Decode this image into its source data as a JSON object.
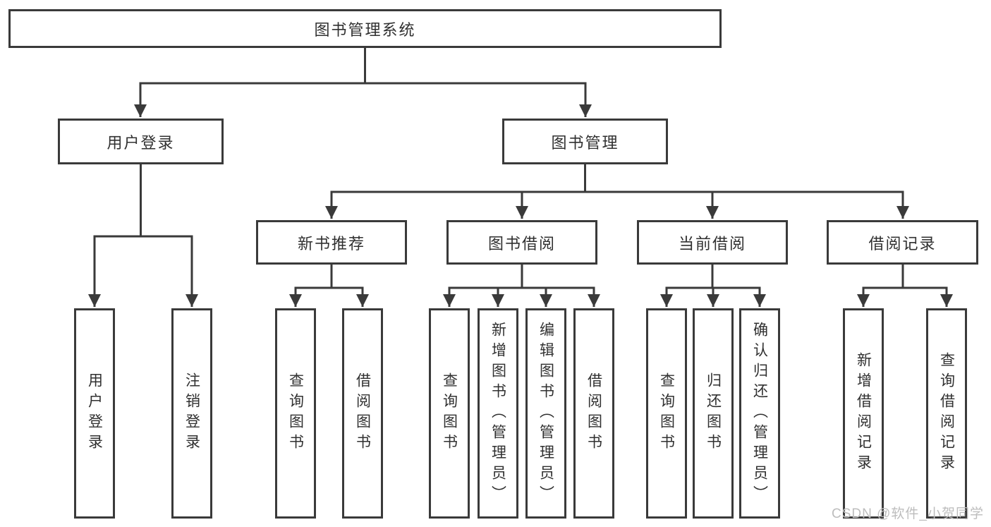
{
  "tree": {
    "root": "图书管理系统",
    "login": {
      "label": "用户登录",
      "leaves": [
        "用户登录",
        "注销登录"
      ]
    },
    "mgmt": {
      "label": "图书管理",
      "groups": [
        {
          "label": "新书推荐",
          "leaves": [
            "查询图书",
            "借阅图书"
          ]
        },
        {
          "label": "图书借阅",
          "leaves": [
            "查询图书",
            "新增图书（管理员）",
            "编辑图书（管理员）",
            "借阅图书"
          ]
        },
        {
          "label": "当前借阅",
          "leaves": [
            "查询图书",
            "归还图书",
            "确认归还（管理员）"
          ]
        },
        {
          "label": "借阅记录",
          "leaves": [
            "新增借阅记录",
            "查询借阅记录"
          ]
        }
      ]
    }
  },
  "watermark": "CSDN @软件_小贺同学",
  "colors": {
    "line": "#3a3a3a",
    "text": "#303030",
    "watermark": "#bdbdbd",
    "background": "#ffffff"
  }
}
